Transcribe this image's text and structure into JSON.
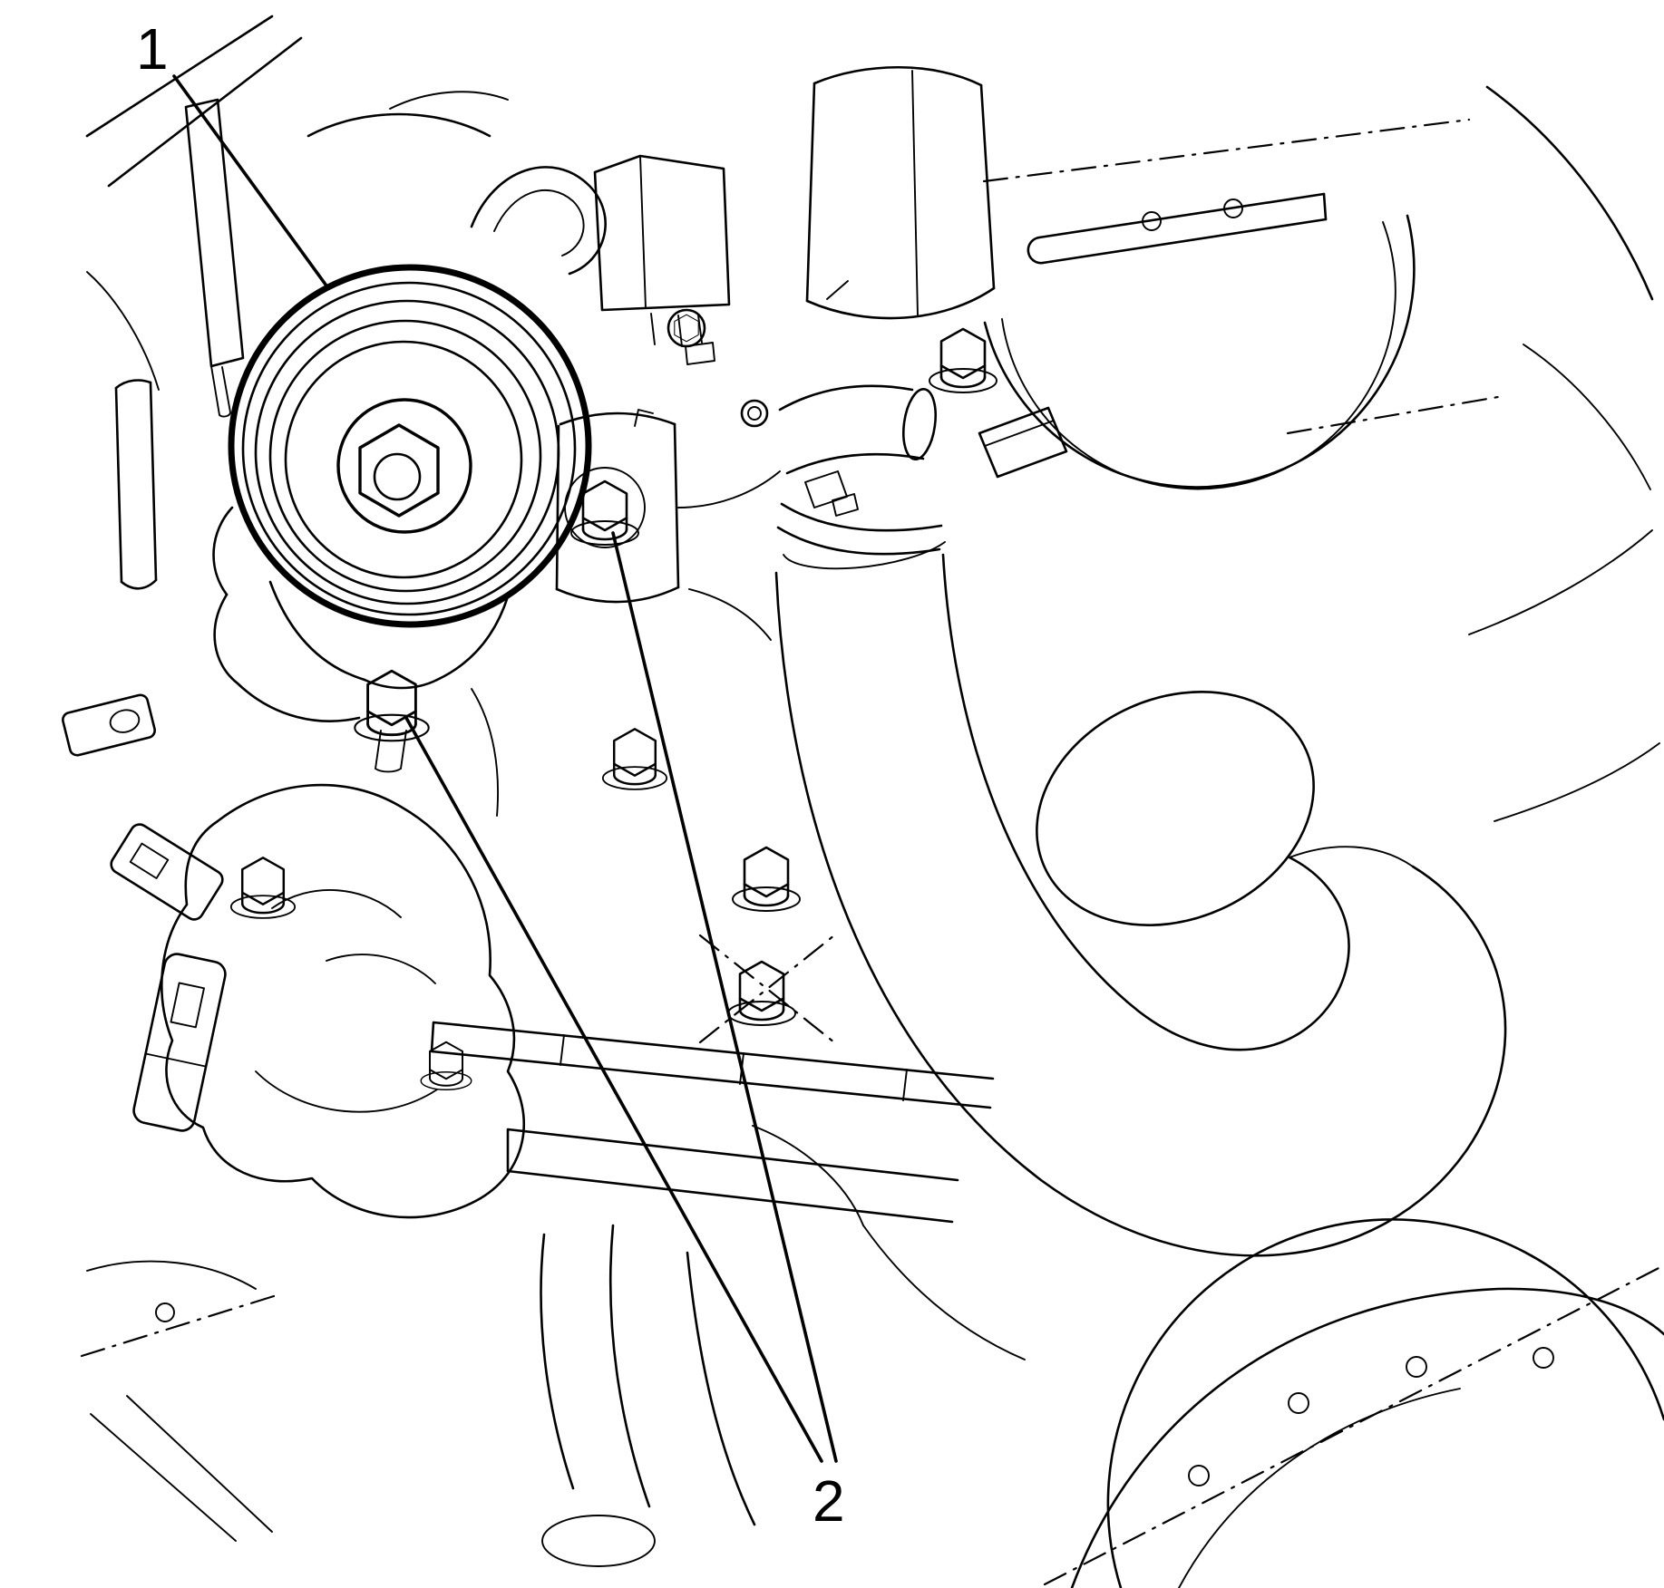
{
  "diagram": {
    "subject": "engine-tensioner-pulley-line-drawing",
    "colors": {
      "background": "#ffffff",
      "line": "#000000"
    },
    "callouts": [
      {
        "label": "1"
      },
      {
        "label": "2"
      }
    ]
  }
}
